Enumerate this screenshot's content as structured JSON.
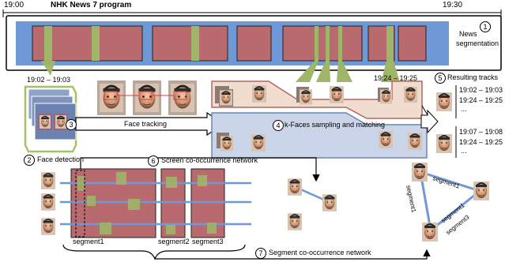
{
  "header": {
    "time_start": "19:00",
    "program_title": "NHK News 7 program",
    "time_end": "19:30"
  },
  "steps": {
    "s1": {
      "num": "1",
      "label_line1": "News",
      "label_line2": "segmentation"
    },
    "s2": {
      "num": "2",
      "label": "Face detection"
    },
    "s3": {
      "num": "3",
      "label": "Face tracking"
    },
    "s4": {
      "num": "4",
      "label": "k-Faces sampling and matching"
    },
    "s5": {
      "num": "5",
      "label": "Resulting tracks"
    },
    "s6": {
      "num": "6",
      "label": "Screen co-occurrence network"
    },
    "s7": {
      "num": "7",
      "label": "Segment co-occurrence network"
    }
  },
  "time_labels": {
    "detect_range": "19:02 – 19:03",
    "match_range": "19:24 – 19:25"
  },
  "results": {
    "track1": [
      "19:02 – 19:03",
      "19:24 – 19:25",
      "..."
    ],
    "track2": [
      "19:07 – 19:08",
      "19:24 – 19:25",
      "..."
    ]
  },
  "segments": {
    "bottom": [
      "segment1",
      "segment2",
      "segment3"
    ],
    "graph_edges": [
      "segment1",
      "segment1",
      "segment1",
      "segment3"
    ]
  },
  "colors": {
    "timeline_bg": "#6f99d6",
    "segment_red": "#b96a6e",
    "marker_green": "#9fb567",
    "panel_orange_bg": "#f1ddd0",
    "panel_blue_bg": "#cad5ea",
    "panel_green_border": "#a6c266"
  }
}
